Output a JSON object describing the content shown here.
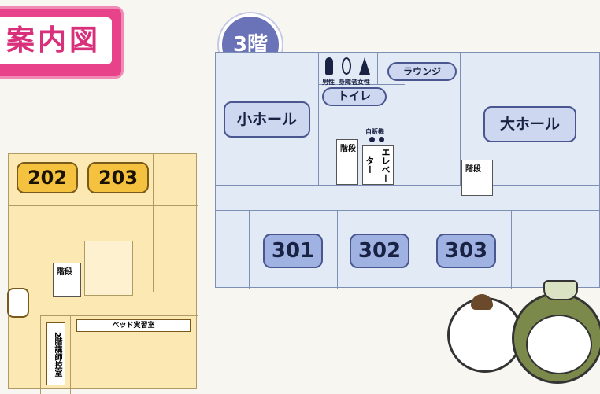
{
  "header": {
    "title": "案内図"
  },
  "floor3": {
    "badge": "3階",
    "rooms": {
      "small_hall": "小ホール",
      "large_hall": "大ホール",
      "lounge": "ラウンジ",
      "toilet": "トイレ",
      "r301": "301",
      "r302": "302",
      "r303": "303"
    },
    "toilet_signs": {
      "male": "男性",
      "accessible": "身障者",
      "female": "女性"
    },
    "vending": "自販機",
    "elevator": "エレベーター",
    "stairs": "階段"
  },
  "floor2": {
    "rooms": {
      "r202": "202",
      "r203": "203"
    },
    "stairs": "階段",
    "bed_room": "ベッド実習室",
    "lecturer_room": "2階講師控室"
  },
  "colors": {
    "floor3_fill": "#e2eaf6",
    "floor3_room": "#9fb2e2",
    "floor2_fill": "#fbe8b3",
    "floor2_room": "#f4c23f",
    "title_pink": "#e8438a",
    "badge": "#6a72b8"
  }
}
